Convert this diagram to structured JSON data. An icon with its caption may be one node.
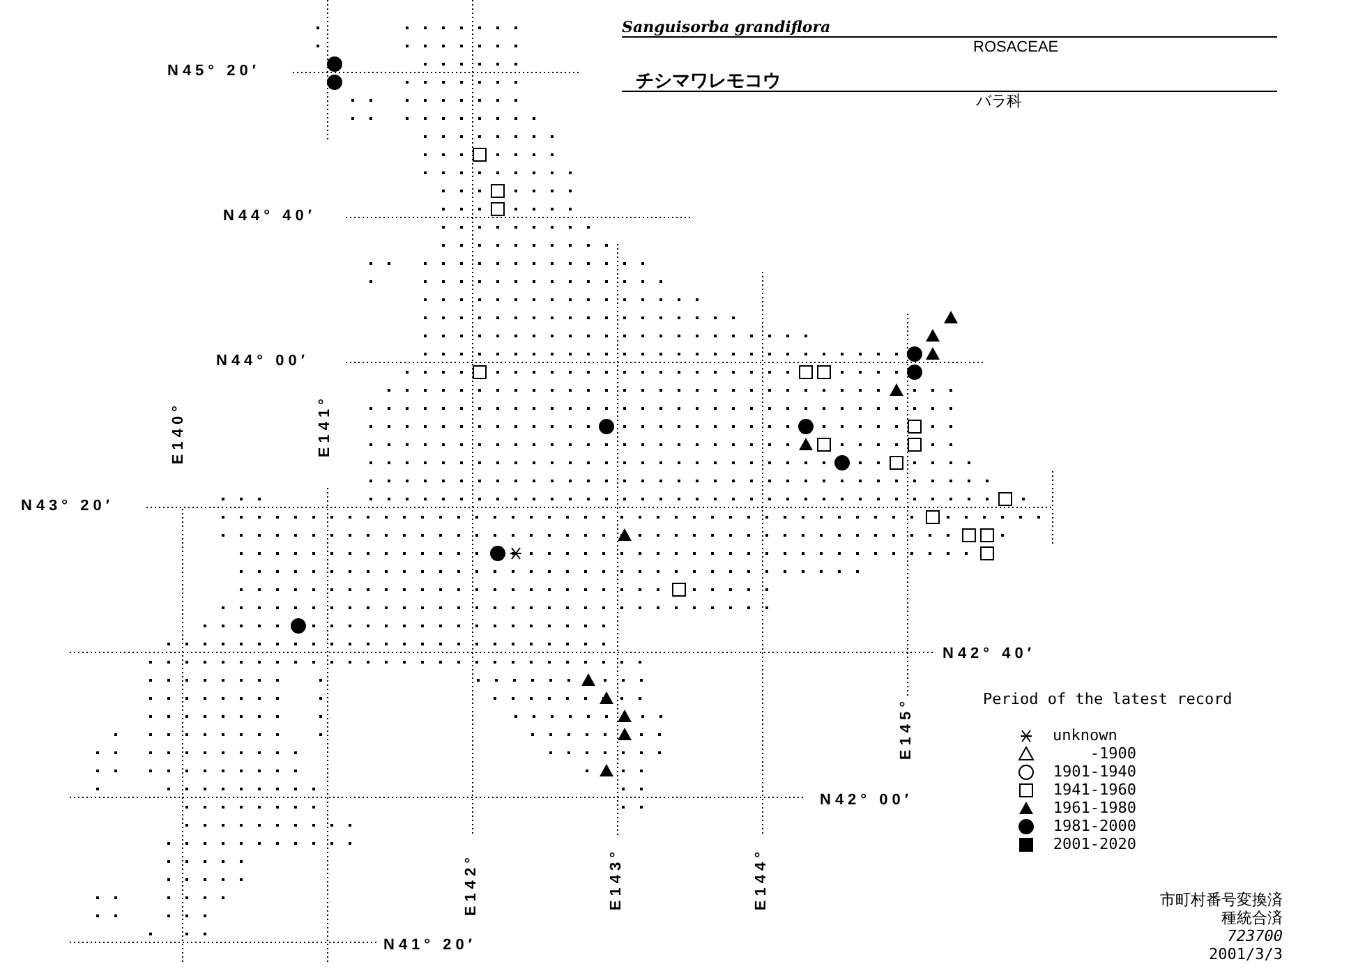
{
  "diagram": {
    "title": "Sanguisorba grandiflora",
    "labels": [
      "ROSACEAE",
      "チシマワレモコウ",
      "バラ科",
      "N45° 20′",
      "N44° 40′",
      "N44° 00′",
      "E140°",
      "E141°",
      "N43° 20′",
      "N42° 40′",
      "E145°",
      "Period of the latest record",
      "N42° 00′",
      "E142°",
      "E143°",
      "E144°",
      "市町村番号変換済",
      "種統合済",
      "723700",
      "2001/3/3",
      "N41° 20′"
    ],
    "legend": [
      {
        "text": "unknown"
      },
      {
        "text": "-1900"
      },
      {
        "text": "1901-1940"
      },
      {
        "text": "1941-1960"
      },
      {
        "text": "1961-1980"
      },
      {
        "text": "1981-2000"
      },
      {
        "text": "2001-2020"
      }
    ]
  }
}
